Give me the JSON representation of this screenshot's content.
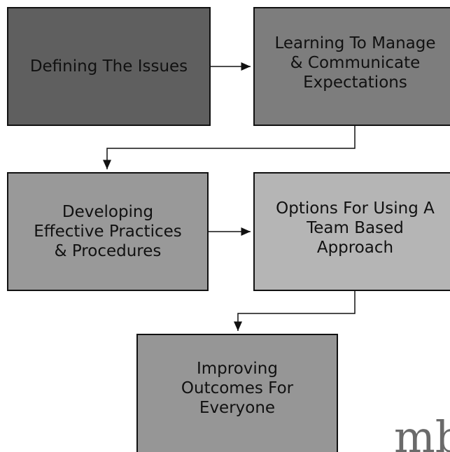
{
  "colors": {
    "box_1": "#5f5f5f",
    "box_2": "#7d7d7d",
    "box_3": "#999999",
    "box_4": "#b5b5b5",
    "box_5": "#969696",
    "stroke": "#111111",
    "watermark": "#6a6a6a"
  },
  "diagram": {
    "boxes": [
      {
        "id": "defining",
        "label": "Defining The Issues"
      },
      {
        "id": "learning",
        "label": "Learning To Manage\n& Communicate\nExpectations"
      },
      {
        "id": "developing",
        "label": "Developing\nEffective Practices\n& Procedures"
      },
      {
        "id": "options",
        "label": "Options For Using A\nTeam Based\nApproach"
      },
      {
        "id": "improving",
        "label": "Improving\nOutcomes For\nEveryone"
      }
    ]
  },
  "watermark": {
    "text": "mb"
  }
}
